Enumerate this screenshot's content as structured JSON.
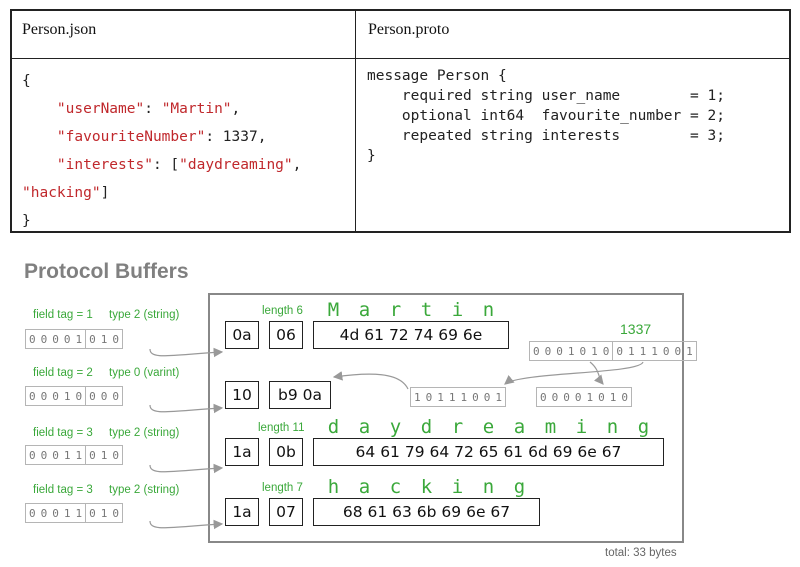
{
  "table": {
    "json_header": "Person.json",
    "proto_header": "Person.proto",
    "json_lines": [
      [
        {
          "t": "{",
          "c": ""
        }
      ],
      [
        {
          "t": "    ",
          "c": ""
        },
        {
          "t": "\"userName\"",
          "c": "str"
        },
        {
          "t": ": ",
          "c": ""
        },
        {
          "t": "\"Martin\"",
          "c": "str"
        },
        {
          "t": ",",
          "c": ""
        }
      ],
      [
        {
          "t": "    ",
          "c": ""
        },
        {
          "t": "\"favouriteNumber\"",
          "c": "str"
        },
        {
          "t": ": 1337,",
          "c": ""
        }
      ],
      [
        {
          "t": "    ",
          "c": ""
        },
        {
          "t": "\"interests\"",
          "c": "str"
        },
        {
          "t": ": [",
          "c": ""
        },
        {
          "t": "\"daydreaming\"",
          "c": "str"
        },
        {
          "t": ",",
          "c": ""
        }
      ],
      [
        {
          "t": "\"hacking\"",
          "c": "str"
        },
        {
          "t": "]",
          "c": ""
        }
      ],
      [
        {
          "t": "}",
          "c": ""
        }
      ]
    ],
    "proto_lines": [
      "message Person {",
      "    required string user_name        = 1;",
      "    optional int64  favourite_number = 2;",
      "    repeated string interests        = 3;",
      "}"
    ]
  },
  "diagram": {
    "title": "Protocol Buffers",
    "total": "total: 33 bytes",
    "number_label": "1337",
    "number_bits": [
      "0 0 0 1 0 1 0",
      "0 1 1 1 0 0 1"
    ],
    "varint_bits": [
      "1 0 1 1 1 0 0 1",
      "0 0 0 0 1 0 1 0"
    ],
    "fields": [
      {
        "tag_label": "field tag = 1",
        "type_label": "type 2 (string)",
        "tag_bits": "0 0 0 0 1",
        "type_bits": "0 1 0",
        "tag_byte": "0a",
        "len_label": "length 6",
        "len_byte": "06",
        "chars": [
          "M",
          "a",
          "r",
          "t",
          "i",
          "n"
        ],
        "data_bytes": [
          "4d",
          "61",
          "72",
          "74",
          "69",
          "6e"
        ]
      },
      {
        "tag_label": "field tag = 2",
        "type_label": "type 0 (varint)",
        "tag_bits": "0 0 0 1 0",
        "type_bits": "0 0 0",
        "tag_byte": "10",
        "len_label": "",
        "len_byte": "",
        "chars": [],
        "data_bytes": [
          "b9",
          "0a"
        ]
      },
      {
        "tag_label": "field tag = 3",
        "type_label": "type 2 (string)",
        "tag_bits": "0 0 0 1 1",
        "type_bits": "0 1 0",
        "tag_byte": "1a",
        "len_label": "length 11",
        "len_byte": "0b",
        "chars": [
          "d",
          "a",
          "y",
          "d",
          "r",
          "e",
          "a",
          "m",
          "i",
          "n",
          "g"
        ],
        "data_bytes": [
          "64",
          "61",
          "79",
          "64",
          "72",
          "65",
          "61",
          "6d",
          "69",
          "6e",
          "67"
        ]
      },
      {
        "tag_label": "field tag = 3",
        "type_label": "type 2 (string)",
        "tag_bits": "0 0 0 1 1",
        "type_bits": "0 1 0",
        "tag_byte": "1a",
        "len_label": "length 7",
        "len_byte": "07",
        "chars": [
          "h",
          "a",
          "c",
          "k",
          "i",
          "n",
          "g"
        ],
        "data_bytes": [
          "68",
          "61",
          "63",
          "6b",
          "69",
          "6e",
          "67"
        ]
      }
    ]
  }
}
